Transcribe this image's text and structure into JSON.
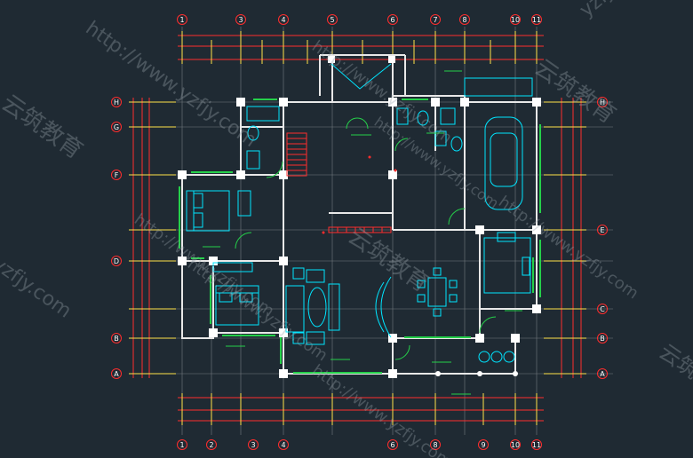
{
  "grid": {
    "top_labels": [
      "1",
      "3",
      "4",
      "5",
      "6",
      "7",
      "8",
      "10",
      "11"
    ],
    "bottom_labels": [
      "1",
      "2",
      "3",
      "4",
      "6",
      "8",
      "9",
      "10",
      "11"
    ],
    "left_labels": [
      "H",
      "G",
      "F",
      "D",
      "B",
      "A"
    ],
    "right_labels": [
      "H",
      "E",
      "C",
      "B",
      "A"
    ]
  },
  "watermarks": {
    "url": "http://www.yzfjy.com",
    "url_short": "yzfjy.com",
    "brand": "云筑教育",
    "brand_short": "云筑"
  },
  "colors": {
    "background": "#1f2a33",
    "wall": "#e8e8e8",
    "furniture": "#00e5ff",
    "door": "#25d04a",
    "dimension": "#ff2d2d",
    "tick": "#ffe24a",
    "grid": "#8a8f94"
  }
}
